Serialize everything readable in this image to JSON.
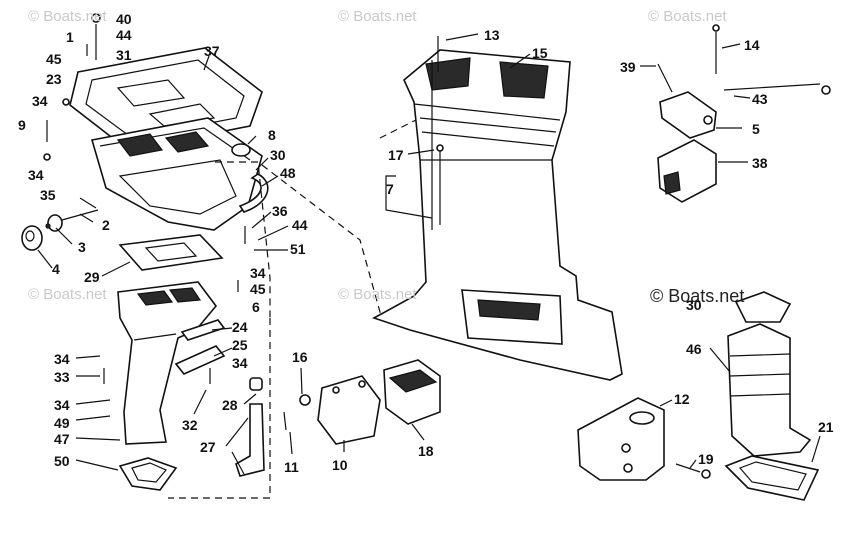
{
  "watermarks": {
    "w1": "© Boats.net",
    "w2": "© Boats.net",
    "w3": "© Boats.net",
    "w4": "© Boats.net",
    "w5": "© Boats.net",
    "w6": "© Boats.net"
  },
  "labels": {
    "p40": "40",
    "p1": "1",
    "p44a": "44",
    "p31": "31",
    "p45a": "45",
    "p37": "37",
    "p23": "23",
    "p34a": "34",
    "p9": "9",
    "p8": "8",
    "p30a": "30",
    "p48": "48",
    "p34b": "34",
    "p35": "35",
    "p2": "2",
    "p36": "36",
    "p44b": "44",
    "p51": "51",
    "p3": "3",
    "p4": "4",
    "p29": "29",
    "p34c": "34",
    "p45b": "45",
    "p6": "6",
    "p24": "24",
    "p25": "25",
    "p34d": "34",
    "p33": "33",
    "p34e": "34",
    "p16": "16",
    "p34f": "34",
    "p49": "49",
    "p47": "47",
    "p50": "50",
    "p32": "32",
    "p28": "28",
    "p27": "27",
    "p11": "11",
    "p13": "13",
    "p15": "15",
    "p17": "17",
    "p7": "7",
    "p10": "10",
    "p18": "18",
    "p14": "14",
    "p39": "39",
    "p43": "43",
    "p5": "5",
    "p38": "38",
    "p30b": "30",
    "p46": "46",
    "p12": "12",
    "p21": "21",
    "p19": "19"
  }
}
